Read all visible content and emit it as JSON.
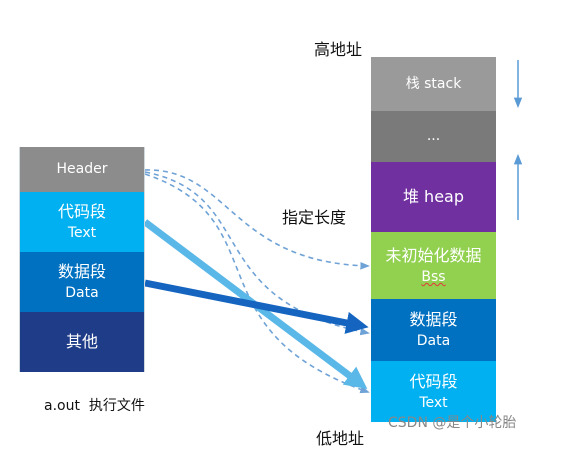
{
  "labels": {
    "high_address": "高地址",
    "low_address": "低地址",
    "specified_length": "指定长度",
    "executable_file": "a.out  执行文件",
    "watermark": "CSDN @是个小轮胎"
  },
  "left_file": {
    "header": "Header",
    "code_segment": {
      "title": "代码段",
      "sub": "Text"
    },
    "data_segment": {
      "title": "数据段",
      "sub": "Data"
    },
    "other": "其他"
  },
  "memory": {
    "stack": "栈 stack",
    "ellipsis": "...",
    "heap": "堆 heap",
    "bss": {
      "title": "未初始化数据",
      "sub": "Bss"
    },
    "data": {
      "title": "数据段",
      "sub": "Data"
    },
    "text": {
      "title": "代码段",
      "sub": "Text"
    }
  },
  "colors": {
    "header_gray": "#8c8c8c",
    "stack_gray": "#9a9a9a",
    "ellipsis_gray": "#7a7a7a",
    "heap_purple": "#7030a0",
    "bss_green": "#92d050",
    "data_blue": "#0070c0",
    "text_cyan": "#00b0f0",
    "other_navy": "#1f3c88",
    "arrow_light": "#5ab8e8",
    "arrow_dark": "#1565c0",
    "dashed": "#6fa2d6"
  }
}
